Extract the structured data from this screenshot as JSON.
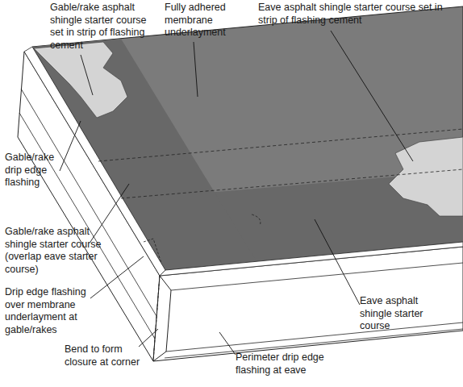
{
  "diagram": {
    "labels": [
      "Gable/rake asphalt shingle starter course set in strip of flashing cement",
      "Fully adhered membrane underlayment",
      "Eave asphalt shingle starter course set in strip of flashing cement",
      "Gable/rake drip edge flashing",
      "Gable/rake asphalt shingle starter course (overlap eave starter course)",
      "Drip edge flashing over membrane underlayment at gable/rakes",
      "Bend to form closure at corner",
      "Perimeter drip edge flashing at eave",
      "Eave asphalt shingle starter course"
    ]
  }
}
